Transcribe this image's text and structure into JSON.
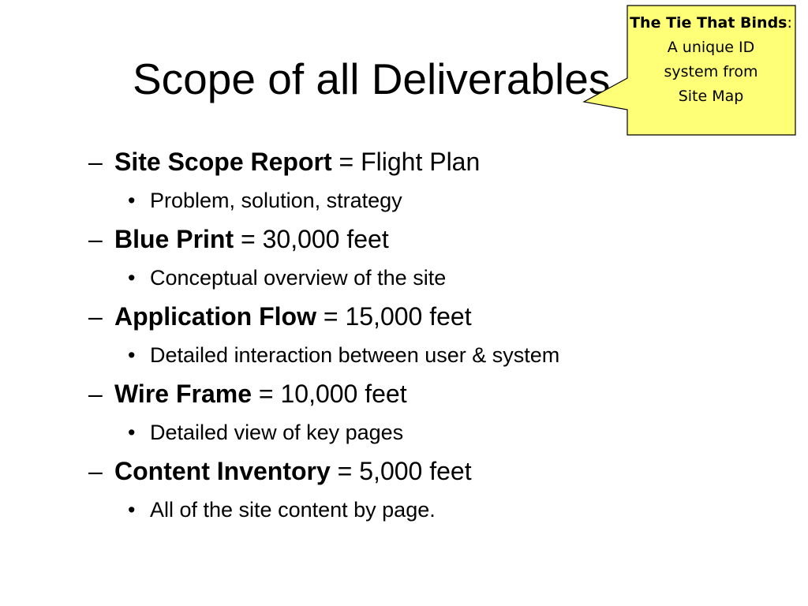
{
  "slide": {
    "title": "Scope of all Deliverables"
  },
  "colors": {
    "callout_fill": "#ffff77",
    "text": "#000000",
    "background": "#ffffff"
  },
  "callout": {
    "heading": "The Tie That Binds",
    "heading_suffix": ":",
    "body_line_1": "A unique ID",
    "body_line_2": "system from",
    "body_line_3": "Site Map"
  },
  "bullets": [
    {
      "marker": "–",
      "term": "Site Scope Report",
      "value": " = Flight Plan",
      "sub": {
        "marker": "•",
        "text": "Problem, solution, strategy"
      }
    },
    {
      "marker": "–",
      "term": "Blue Print",
      "value": " = 30,000 feet",
      "sub": {
        "marker": "•",
        "text": "Conceptual overview of the site"
      }
    },
    {
      "marker": "–",
      "term": "Application Flow",
      "value": " = 15,000 feet",
      "sub": {
        "marker": "•",
        "text": "Detailed interaction between user & system"
      }
    },
    {
      "marker": "–",
      "term": "Wire Frame",
      "value": " = 10,000 feet",
      "sub": {
        "marker": "•",
        "text": "Detailed view of key pages"
      }
    },
    {
      "marker": "–",
      "term": "Content Inventory",
      "value": " = 5,000 feet",
      "sub": {
        "marker": "•",
        "text": "All of the site content by page."
      }
    }
  ]
}
